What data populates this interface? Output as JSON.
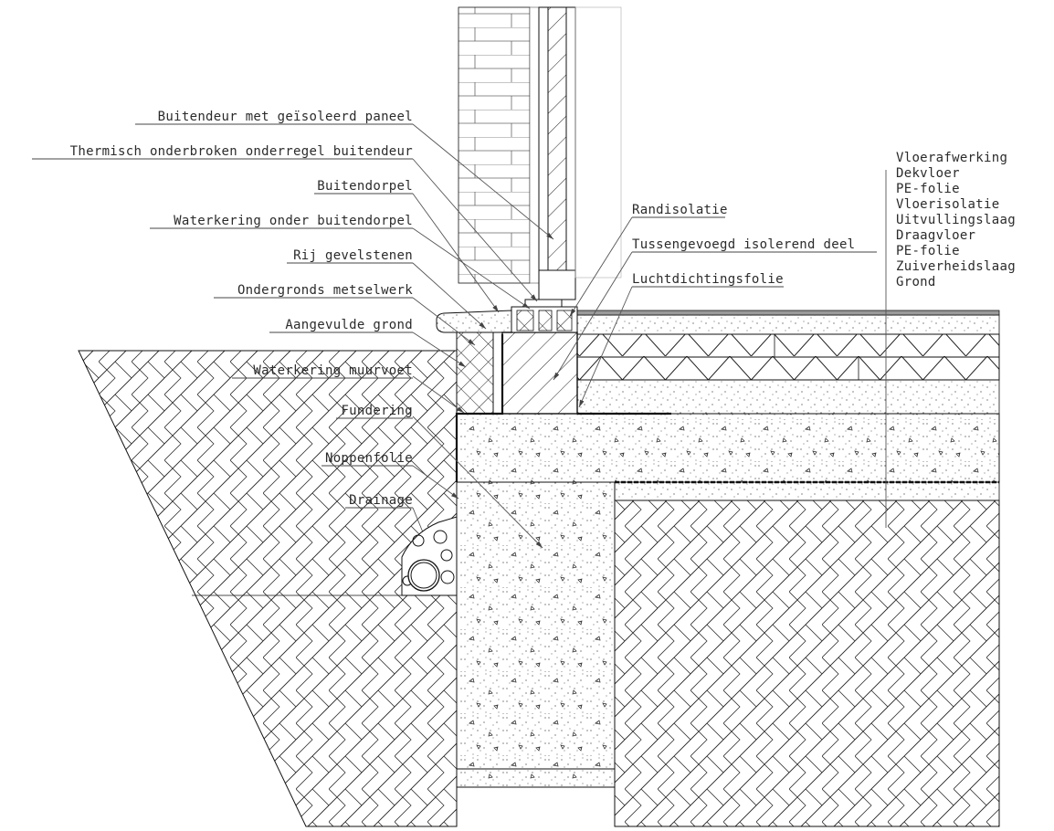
{
  "callouts_left": [
    {
      "id": "deur",
      "text": "Buitendeur met geïsoleerd paneel"
    },
    {
      "id": "onderregel",
      "text": "Thermisch onderbroken onderregel buitendeur"
    },
    {
      "id": "dorpel",
      "text": "Buitendorpel"
    },
    {
      "id": "waterkering-dorpel",
      "text": "Waterkering onder buitendorpel"
    },
    {
      "id": "gevelstenen",
      "text": "Rij gevelstenen"
    },
    {
      "id": "metselwerk",
      "text": "Ondergronds metselwerk"
    },
    {
      "id": "grond",
      "text": "Aangevulde grond"
    },
    {
      "id": "waterkering-muurvoet",
      "text": "Waterkering muurvoet"
    },
    {
      "id": "fundering",
      "text": "Fundering"
    },
    {
      "id": "noppenfolie",
      "text": "Noppenfolie"
    },
    {
      "id": "drainage",
      "text": "Drainage"
    }
  ],
  "callouts_mid": [
    {
      "id": "randisolatie",
      "text": "Randisolatie"
    },
    {
      "id": "tussengevoegd",
      "text": "Tussengevoegd isolerend deel"
    },
    {
      "id": "luchtdichting",
      "text": "Luchtdichtingsfolie"
    }
  ],
  "floor_layers": [
    "Vloerafwerking",
    "Dekvloer",
    "PE-folie",
    "Vloerisolatie",
    "Uitvullingslaag",
    "Draagvloer",
    "PE-folie",
    "Zuiverheidslaag",
    "Grond"
  ],
  "colors": {
    "line": "#111111",
    "hatch": "#222222",
    "label": "#2b2b2b"
  }
}
